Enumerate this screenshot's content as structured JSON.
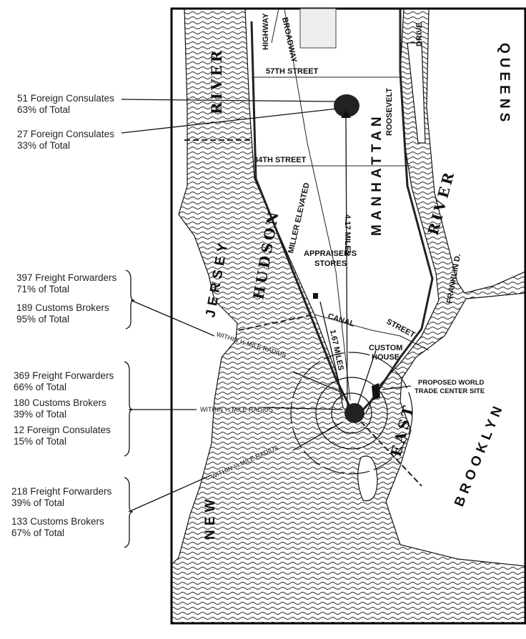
{
  "legend_groups": [
    {
      "id": "top1",
      "lines": [
        "51 Foreign Consulates",
        "63% of Total"
      ]
    },
    {
      "id": "top2",
      "lines": [
        "27 Foreign Consulates",
        "33% of Total"
      ]
    },
    {
      "id": "half_mile",
      "lines": [
        "397 Freight Forwarders",
        "71% of Total",
        "189 Customs  Brokers",
        "95% of Total"
      ]
    },
    {
      "id": "quarter_mile",
      "lines": [
        "369 Freight Forwarders",
        "66% of Total",
        "180 Customs  Brokers",
        "39% of Total",
        "12 Foreign Consulates",
        "15% of Total"
      ]
    },
    {
      "id": "eighth_mile",
      "lines": [
        "218 Freight Forwarders",
        "39% of Total",
        "133 Customs  Brokers",
        "67% of Total"
      ]
    }
  ],
  "map": {
    "streets": {
      "s57": "57TH STREET",
      "s34": "34TH STREET",
      "canal": "CANAL",
      "street": "STREET",
      "highway": "HIGHWAY",
      "broadway": "BROADWAY",
      "drive": "DRIVE",
      "roosevelt": "ROOSEVELT",
      "miller": "MILLER ELEVATED",
      "franklin": "FRANKLIN D."
    },
    "regions": {
      "manhattan": "MANHATTAN",
      "queens": "QUEENS",
      "brooklyn": "BROOKLYN",
      "new": "NEW",
      "jersey": "JERSEY"
    },
    "rivers": {
      "river1": "RIVER",
      "hudson": "HUDSON",
      "river2": "RIVER",
      "east": "EAST"
    },
    "places": {
      "appraiser1": "APPRAISER'S",
      "appraiser2": "STORES",
      "custom1": "CUSTOM",
      "custom2": "HOUSE",
      "wtc1": "PROPOSED WORLD",
      "wtc2": "TRADE CENTER SITE"
    },
    "distances": {
      "d1": "4.17 MILES",
      "d2": "1.67 MILES"
    },
    "radii": {
      "half": "WITHIN ½ MILE RADIUS",
      "quarter": "WITHIN ¼ MILE RADIUS",
      "eighth": "WITHIN ⅛ MILE RADIUS"
    }
  }
}
